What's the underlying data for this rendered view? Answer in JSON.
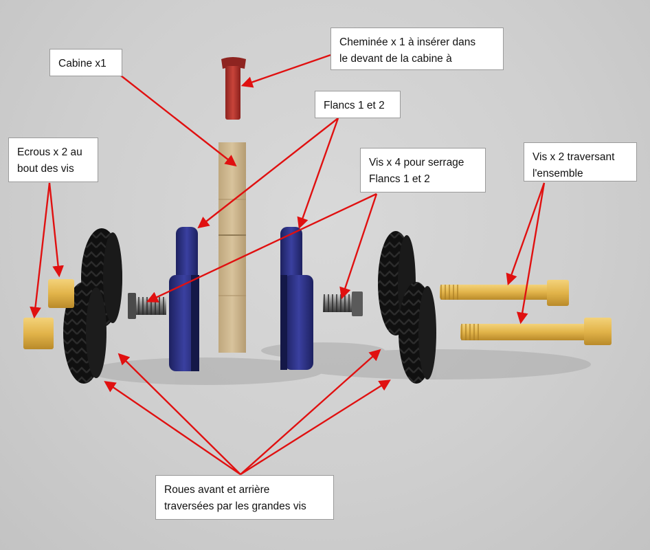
{
  "labels": {
    "cabine": [
      "Cabine x1"
    ],
    "cheminee": [
      "Cheminée x 1 à insérer dans",
      "le devant de la cabine à"
    ],
    "flancs": [
      "Flancs 1 et 2"
    ],
    "ecrous": [
      "Ecrous x 2 au",
      "bout des vis"
    ],
    "vis4": [
      "Vis x 4 pour serrage",
      "Flancs 1 et 2"
    ],
    "vis2": [
      "Vis x 2 traversant",
      "l'ensemble"
    ],
    "roues": [
      "Roues avant et arrière",
      "traversées par les grandes vis"
    ]
  },
  "colors": {
    "arrow": "#e01010",
    "wood": "#cdb58f",
    "chimney": "#b83a32",
    "flank": "#2a2f7a",
    "tire": "#121212",
    "brass": "#e5b850",
    "steel": "#9a9a9a"
  }
}
